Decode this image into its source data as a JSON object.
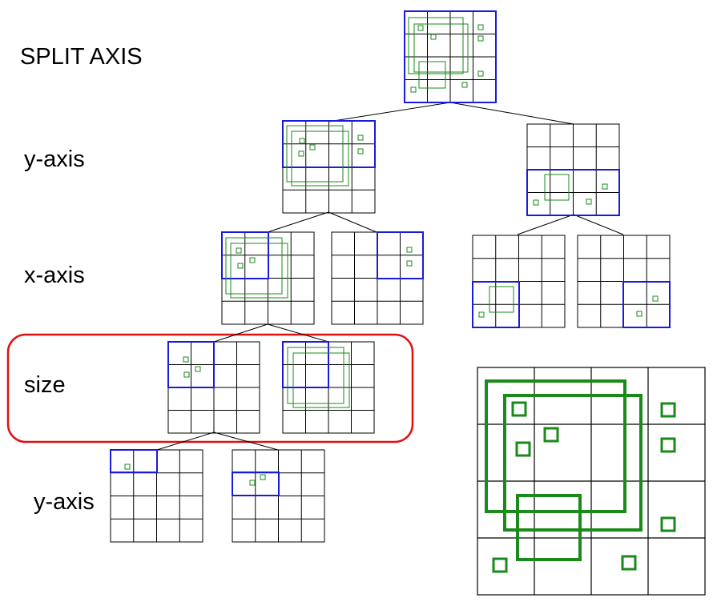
{
  "labels": {
    "title": "SPLIT AXIS",
    "level1": "y-axis",
    "level2": "x-axis",
    "level3": "size",
    "level4": "y-axis"
  },
  "colors": {
    "grid_line": "#000000",
    "selection": "#1a1adb",
    "object": "#1a8a1a",
    "highlight": "#e01010"
  }
}
